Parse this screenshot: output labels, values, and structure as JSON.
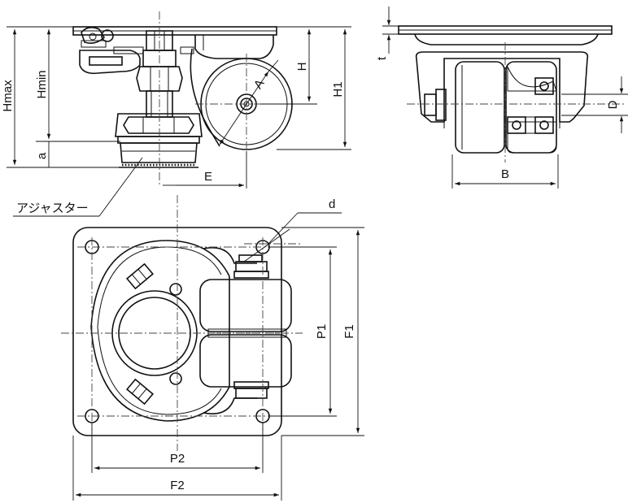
{
  "labels": {
    "hmax": "Hmax",
    "hmin": "Hmin",
    "a": "a",
    "h": "H",
    "h1": "H1",
    "a_radius": "A",
    "e": "E",
    "adjuster": "アジャスター",
    "t": "t",
    "d_upper": "D",
    "b": "B",
    "d_lower": "d",
    "p1": "P1",
    "f1": "F1",
    "p2": "P2",
    "f2": "F2"
  }
}
